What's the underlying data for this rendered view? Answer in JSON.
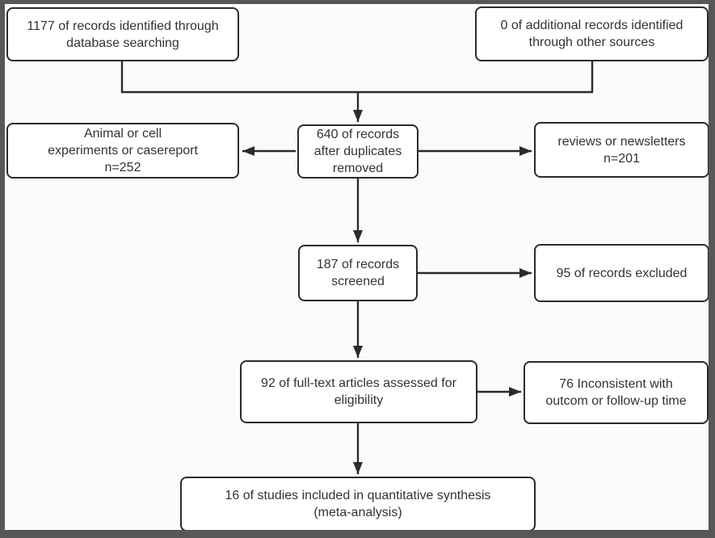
{
  "colors": {
    "line": "#2b2b2b",
    "box_bg": "#ffffff",
    "frame": "#575757",
    "background": "#fbfbfb",
    "text": "#333333"
  },
  "nodes": {
    "identified": {
      "lines": [
        "1177 of records identified through",
        "database searching"
      ]
    },
    "additional": {
      "lines": [
        "0 of additional records identified",
        "through other sources"
      ]
    },
    "animal": {
      "lines": [
        "Animal or cell",
        "experiments or casereport",
        "n=252"
      ]
    },
    "duplicates": {
      "lines": [
        "640 of records",
        "after duplicates",
        "removed"
      ]
    },
    "reviews": {
      "lines": [
        "reviews or newsletters",
        "n=201"
      ]
    },
    "screened": {
      "lines": [
        "187 of records",
        "screened"
      ]
    },
    "excluded": {
      "lines": [
        "95 of records excluded"
      ]
    },
    "fulltext": {
      "lines": [
        "92 of full-text articles assessed for",
        "eligibility"
      ]
    },
    "inconsistent": {
      "lines": [
        "76 Inconsistent with",
        "outcom or follow-up time"
      ]
    },
    "included": {
      "lines": [
        "16 of studies included in quantitative synthesis",
        "(meta-analysis)"
      ]
    }
  }
}
